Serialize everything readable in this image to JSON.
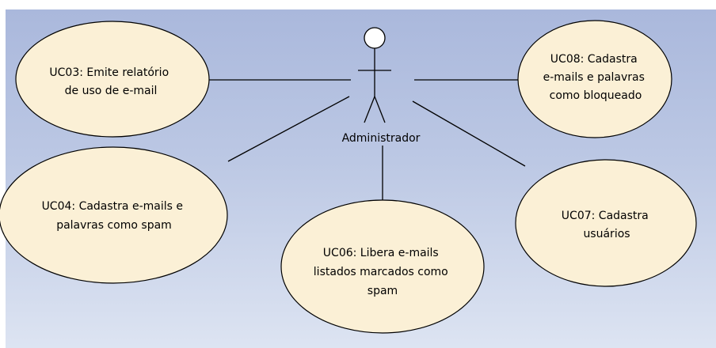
{
  "diagram": {
    "actor": {
      "name": "Administrador",
      "icon": "stick-figure-actor-icon"
    },
    "use_cases": [
      {
        "id": "uc03",
        "lines": [
          "UC03: Emite relatório",
          "de uso de e-mail"
        ]
      },
      {
        "id": "uc08",
        "lines": [
          "UC08: Cadastra",
          "e-mails e palavras",
          "como bloqueado"
        ]
      },
      {
        "id": "uc04",
        "lines": [
          "UC04: Cadastra e-mails e",
          "palavras como spam"
        ]
      },
      {
        "id": "uc07",
        "lines": [
          "UC07: Cadastra",
          "usuários"
        ]
      },
      {
        "id": "uc06",
        "lines": [
          "UC06: Libera e-mails",
          "listados marcados como",
          "spam"
        ]
      }
    ],
    "colors": {
      "use_case_fill": "#fbf0d6",
      "background_top": "#aab8dc",
      "background_bottom": "#dde4f2",
      "stroke": "#000000"
    }
  }
}
